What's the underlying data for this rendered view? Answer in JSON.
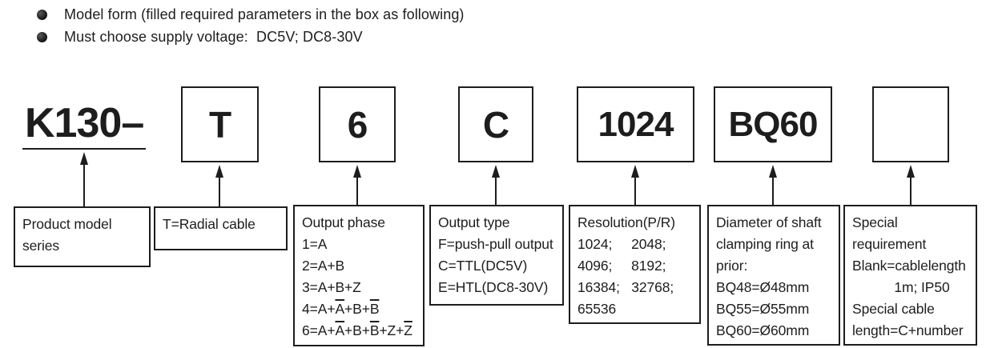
{
  "colors": {
    "ink": "#1d1d1d",
    "background": "#ffffff"
  },
  "bullets": [
    "Model form (filled required parameters in the box as following)",
    "Must choose supply voltage:  DC5V; DC8-30V"
  ],
  "model_code": {
    "prefix": "K130–",
    "segments": [
      "T",
      "6",
      "C",
      "1024",
      "BQ60",
      ""
    ]
  },
  "legend_boxes": [
    {
      "id": "product-model-series",
      "lines": [
        "Product model",
        "series"
      ]
    },
    {
      "id": "cable-orientation",
      "lines": [
        "T=Radial cable"
      ]
    },
    {
      "id": "output-phase",
      "lines": [
        "Output phase",
        "1=A",
        "2=A+B",
        "3=A+B+Z",
        "4=A+[A]+B+[B]",
        "6=A+[A]+B+[B]+Z+[Z]"
      ]
    },
    {
      "id": "output-type",
      "lines": [
        "Output type",
        "F=push-pull output",
        "C=TTL(DC5V)",
        "E=HTL(DC8-30V)"
      ]
    },
    {
      "id": "resolution",
      "lines": [
        "Resolution(P/R)",
        "1024;     2048;",
        "4096;     8192;",
        "16384;   32768;",
        "65536"
      ]
    },
    {
      "id": "shaft-clamping-diameter",
      "lines": [
        "Diameter of shaft",
        "clamping ring at",
        "prior:",
        "BQ48=Ø48mm",
        "BQ55=Ø55mm",
        "BQ60=Ø60mm"
      ]
    },
    {
      "id": "special-requirement",
      "lines": [
        "Special",
        "requirement",
        "Blank=cablelength",
        "           1m; IP50",
        "Special cable",
        "length=C+number"
      ]
    }
  ]
}
